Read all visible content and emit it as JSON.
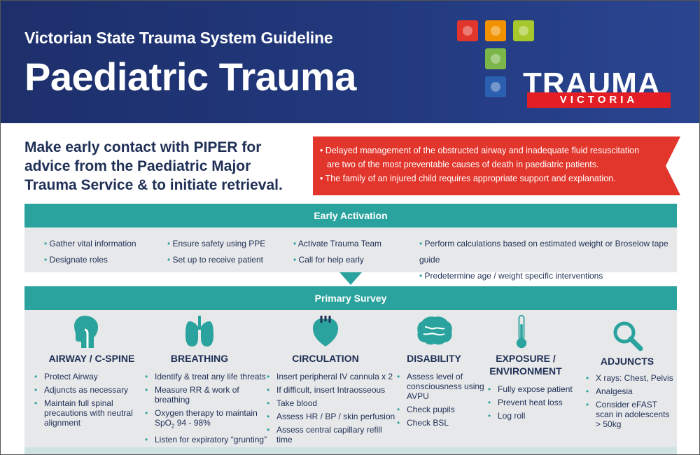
{
  "header": {
    "subtitle": "Victorian State Trauma System Guideline",
    "title": "Paediatric Trauma"
  },
  "logo": {
    "word": "TRAUMA",
    "sub": "VICTORIA",
    "colors": [
      "#e2352b",
      "#f39200",
      "#a6c82c",
      "#7ab648",
      "#2b5fb0"
    ]
  },
  "intro": {
    "contact": "Make early contact with PIPER for advice from the Paediatric Major Trauma Service & to initiate retrieval.",
    "alerts": [
      "Delayed management of the obstructed airway and inadequate fluid resuscitation are two of the most preventable causes of death in paediatric patients.",
      "The family of an injured child requires appropriate support and explanation."
    ]
  },
  "early_activation": {
    "title": "Early Activation",
    "columns": [
      [
        "Gather vital information",
        "Designate roles"
      ],
      [
        "Ensure safety using PPE",
        "Set up to receive patient"
      ],
      [
        "Activate Trauma Team",
        "Call for help early"
      ],
      [
        "Perform calculations based on estimated weight or Broselow tape guide",
        "Predetermine age / weight specific interventions"
      ]
    ]
  },
  "primary_survey": {
    "title": "Primary Survey",
    "sections": [
      {
        "heading": "AIRWAY / C-SPINE",
        "icon": "head-airway-icon",
        "items": [
          "Protect Airway",
          "Adjuncts as necessary",
          "Maintain full spinal precautions with neutral alignment"
        ]
      },
      {
        "heading": "BREATHING",
        "icon": "lungs-icon",
        "items": [
          "Identify & treat any life threats",
          "Measure RR & work of breathing",
          "Oxygen therapy to maintain",
          "Listen for expiratory “grunting”"
        ],
        "spo2": "SpO",
        "spo2_sub": "2",
        "spo2_range": " 94 - 98%"
      },
      {
        "heading": "CIRCULATION",
        "icon": "heart-icon",
        "items": [
          "Insert peripheral IV cannula x 2",
          "If difficult, insert Intraosseous",
          "Take blood",
          "Assess HR / BP / skin perfusion",
          "Assess central capillary refill time"
        ]
      },
      {
        "heading": "DISABILITY",
        "icon": "brain-icon",
        "items": [
          "Assess level of consciousness using AVPU",
          "Check pupils",
          "Check BSL"
        ]
      },
      {
        "heading_line1": "EXPOSURE /",
        "heading_line2": "ENVIRONMENT",
        "icon": "thermometer-icon",
        "items": [
          "Fully expose patient",
          "Prevent heat loss",
          "Log roll"
        ]
      },
      {
        "heading": "ADJUNCTS",
        "icon": "magnifier-icon",
        "items": [
          "X rays: Chest, Pelvis",
          "Analgesia",
          "Consider eFAST scan in adolescents > 50kg"
        ]
      }
    ]
  }
}
